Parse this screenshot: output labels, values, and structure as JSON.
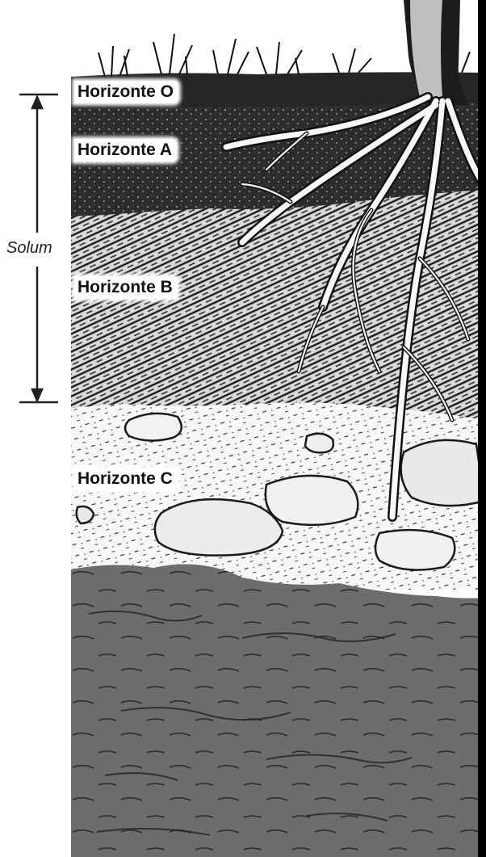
{
  "labels": {
    "horizon_o": "Horizonte O",
    "horizon_a": "Horizonte A",
    "horizon_b": "Horizonte B",
    "horizon_c": "Horizonte C",
    "solum": "Solum"
  },
  "colors": {
    "horizon_o": "#2a2a2a",
    "horizon_a": "#3a3a3a",
    "horizon_b": "#8a8a8a",
    "horizon_c": "#f4f4f4",
    "bedrock": "#6b6b6b",
    "roots": "#ffffff",
    "trunk": "#1a1a1a"
  }
}
